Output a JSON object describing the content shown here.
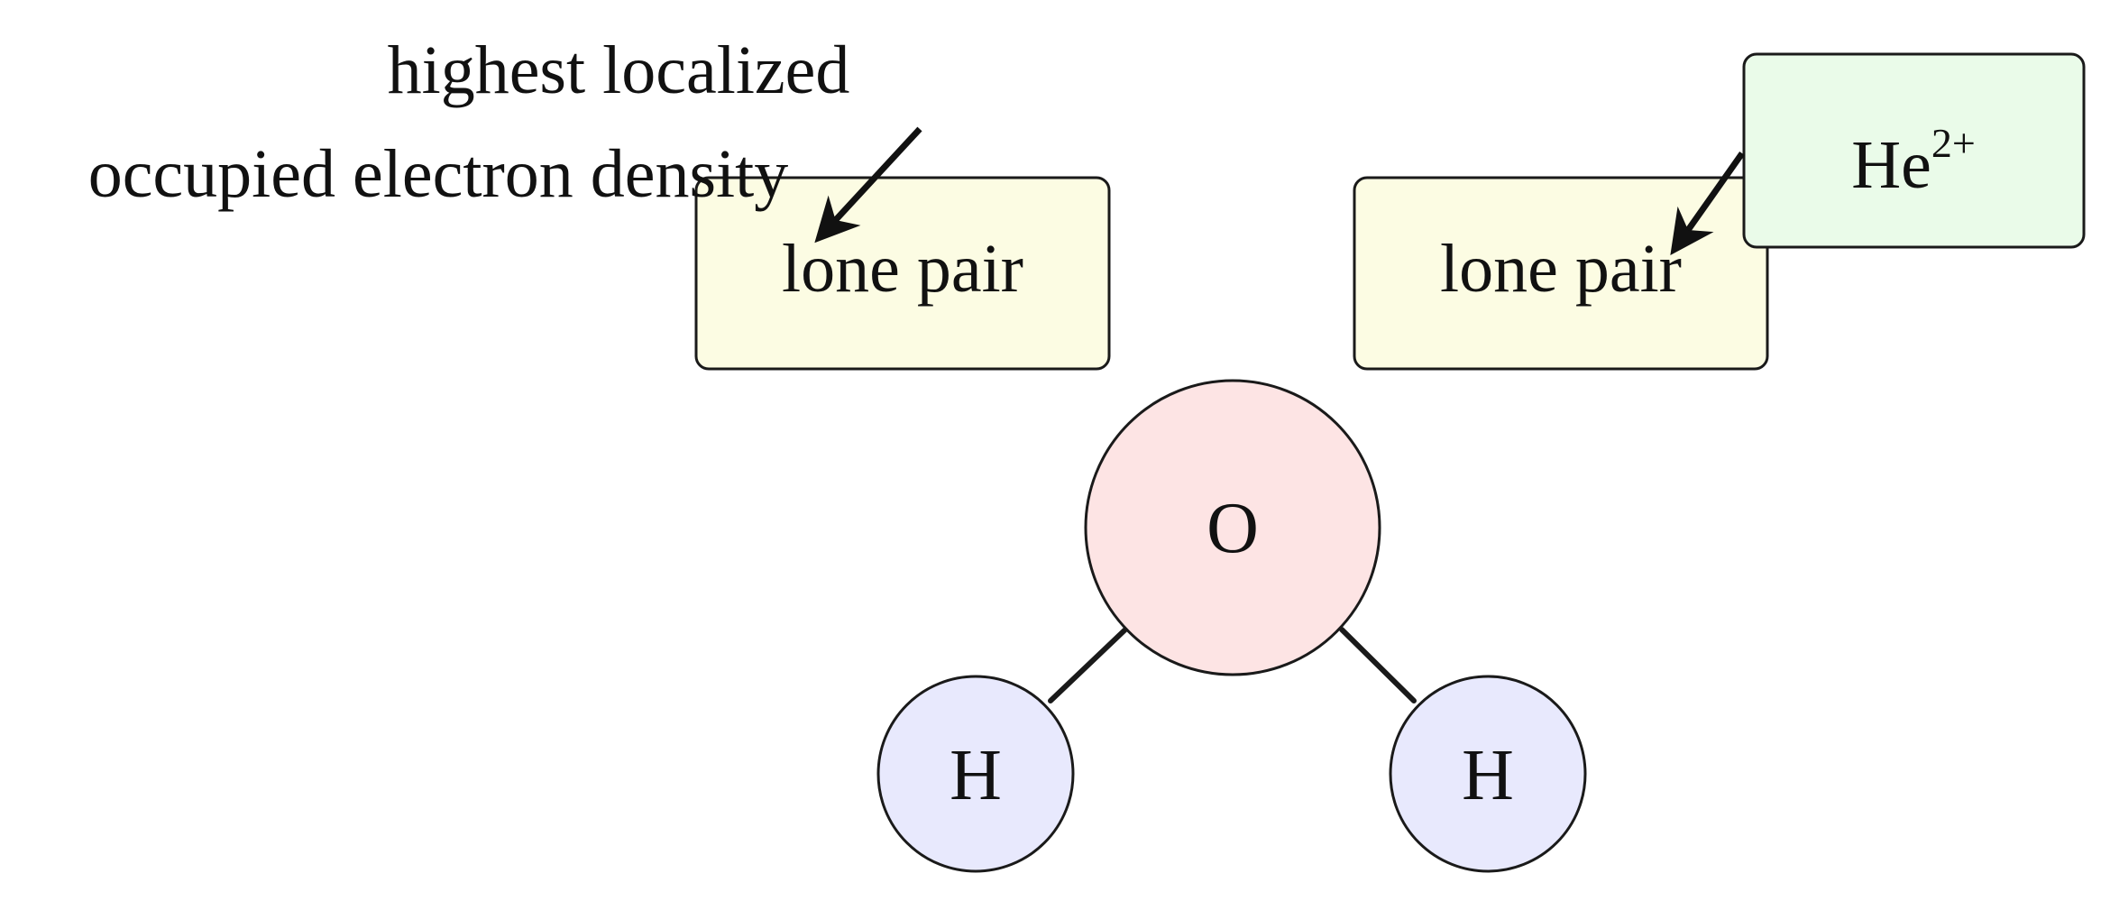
{
  "annotation": {
    "line1": "highest localized",
    "line2": "occupied electron density"
  },
  "lone_pairs": [
    {
      "label": "lone pair"
    },
    {
      "label": "lone pair"
    }
  ],
  "ion": {
    "symbol": "He",
    "charge": "2+"
  },
  "atoms": {
    "oxygen": "O",
    "hydrogen_left": "H",
    "hydrogen_right": "H"
  },
  "colors": {
    "lone_pair_fill": "#fcfce3",
    "ion_fill": "#eafbe9",
    "oxygen_fill": "#fde4e4",
    "hydrogen_fill": "#e8e9fd",
    "stroke": "#1a1a1a"
  }
}
